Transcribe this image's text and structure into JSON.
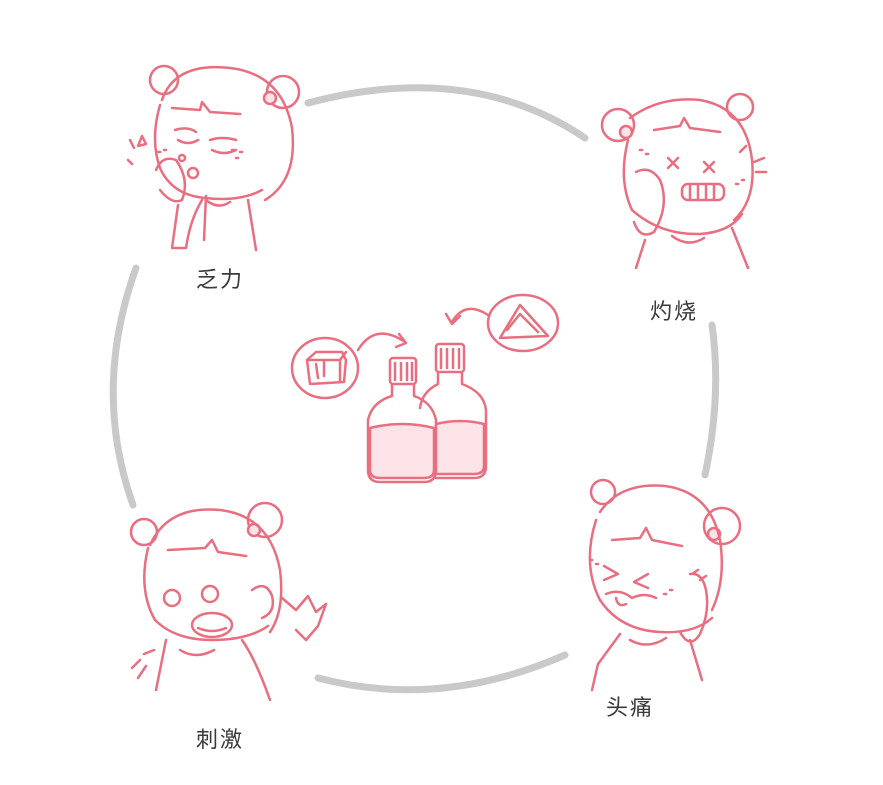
{
  "labels": {
    "top_left": "乏力",
    "top_right": "灼烧",
    "bottom_left": "刺激",
    "bottom_right": "头痛"
  },
  "colors": {
    "line_art": "#e96e80",
    "ring": "#c9c9c9",
    "text": "#3a3a3a",
    "fill_liquid": "#fbe3e7"
  },
  "icons": {
    "center": "two-chemical-bottles-icon",
    "left_bubble": "cube-crystal-icon",
    "right_bubble": "triangle-powder-icon",
    "top_left_figure": "tired-girl-icon",
    "top_right_figure": "burning-pain-girl-icon",
    "bottom_left_figure": "shocked-girl-icon",
    "bottom_right_figure": "headache-girl-icon"
  }
}
